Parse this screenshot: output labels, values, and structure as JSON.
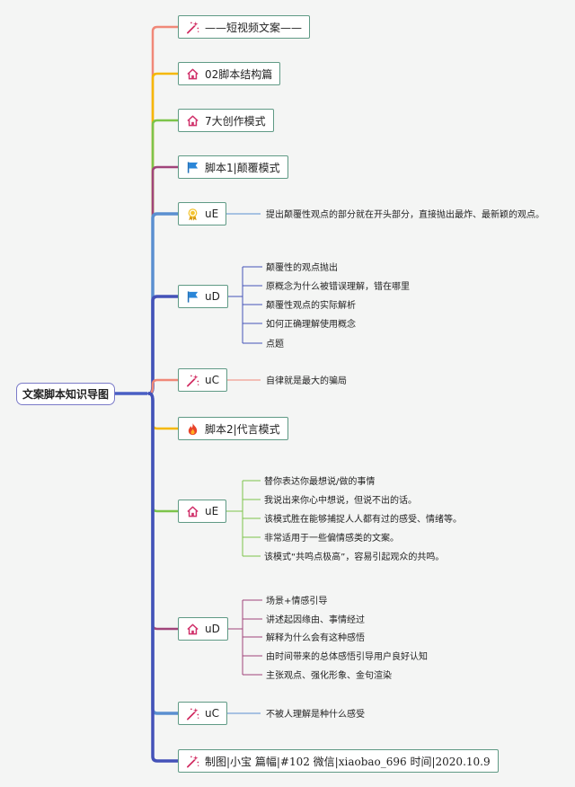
{
  "root": {
    "label": "文案脚本知识导图"
  },
  "branches": [
    {
      "label": "——短视频文案——",
      "icon": "sparkle-wand-icon"
    },
    {
      "label": "02脚本结构篇",
      "icon": "house-icon"
    },
    {
      "label": "7大创作模式",
      "icon": "house-icon"
    },
    {
      "label": "脚本1|颠覆模式",
      "icon": "flag-icon"
    },
    {
      "label": "uE",
      "icon": "award-ribbon-icon",
      "children": [
        "提出颠覆性观点的部分就在开头部分，直接抛出最炸、最新颖的观点。"
      ]
    },
    {
      "label": "uD",
      "icon": "flag-icon",
      "children": [
        "颠覆性的观点抛出",
        "原概念为什么被错误理解，错在哪里",
        "颠覆性观点的实际解析",
        "如何正确理解使用概念",
        "点题"
      ]
    },
    {
      "label": "uC",
      "icon": "sparkle-wand-icon",
      "children": [
        "自律就是最大的骗局"
      ]
    },
    {
      "label": "脚本2|代言模式",
      "icon": "fire-icon"
    },
    {
      "label": "uE",
      "icon": "house-icon",
      "children": [
        "替你表达你最想说/做的事情",
        "我说出来你心中想说，但说不出的话。",
        "该模式胜在能够捕捉人人都有过的感受、情绪等。",
        "非常适用于一些偏情感类的文案。",
        "该模式“共鸣点极高”，容易引起观众的共鸣。"
      ]
    },
    {
      "label": "uD",
      "icon": "house-icon",
      "children": [
        "场景+情感引导",
        "讲述起因缘由、事情经过",
        "解释为什么会有这种感悟",
        "由时间带来的总体感悟引导用户良好认知",
        "主张观点、强化形象、金句渲染"
      ]
    },
    {
      "label": "uC",
      "icon": "sparkle-wand-icon",
      "children": [
        "不被人理解是种什么感受"
      ]
    },
    {
      "label": "制图|小宝 篇幅|#102 微信|xiaobao_696 时间|2020.10.9",
      "icon": "sparkle-wand-icon"
    }
  ],
  "colors": {
    "trunk": "#4a5fc4",
    "branch": [
      "#f08878",
      "#f5b800",
      "#7cc44a",
      "#a0447a",
      "#5a8fd0",
      "#4452b8",
      "#f08878",
      "#f5b800",
      "#7cc44a",
      "#a0447a",
      "#5a8fd0",
      "#4452b8"
    ],
    "node_border": "#5f9a85",
    "root_border": "#7a7ac8"
  }
}
